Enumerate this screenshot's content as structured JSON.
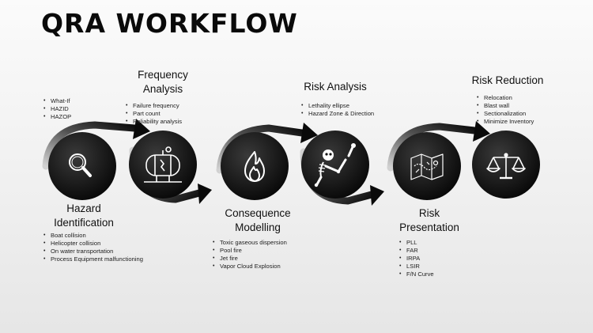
{
  "title": "QRA WORKFLOW",
  "icons": [
    "magnifier-icon",
    "pressure-vessel-icon",
    "fire-icon",
    "skeleton-icon",
    "map-icon",
    "scale-icon"
  ],
  "steps": [
    {
      "heading": "Hazard\nIdentification",
      "top_items": [
        "What-If",
        "HAZID",
        "HAZOP"
      ],
      "bottom_items": [
        "Boat collision",
        "Helicopter collision",
        "On water transportation",
        "Process Equipment malfunctioning"
      ]
    },
    {
      "heading": "Frequency\nAnalysis",
      "items": [
        "Failure frequency",
        "Part count",
        "Reliability analysis"
      ]
    },
    {
      "heading": "Consequence\nModelling",
      "items": [
        "Toxic gaseous dispersion",
        "Pool fire",
        "Jet fire",
        "Vapor Cloud Explosion"
      ]
    },
    {
      "heading": "Risk Analysis",
      "items": [
        "Lethality ellipse",
        "Hazard Zone & Direction"
      ]
    },
    {
      "heading": "Risk\nPresentation",
      "items": [
        "PLL",
        "FAR",
        "IRPA",
        "LSIR",
        "F/N Curve"
      ]
    },
    {
      "heading": "Risk Reduction",
      "items": [
        "Relocation",
        "Blast wall",
        "Sectionalization",
        "Minimize Inventory"
      ]
    }
  ]
}
